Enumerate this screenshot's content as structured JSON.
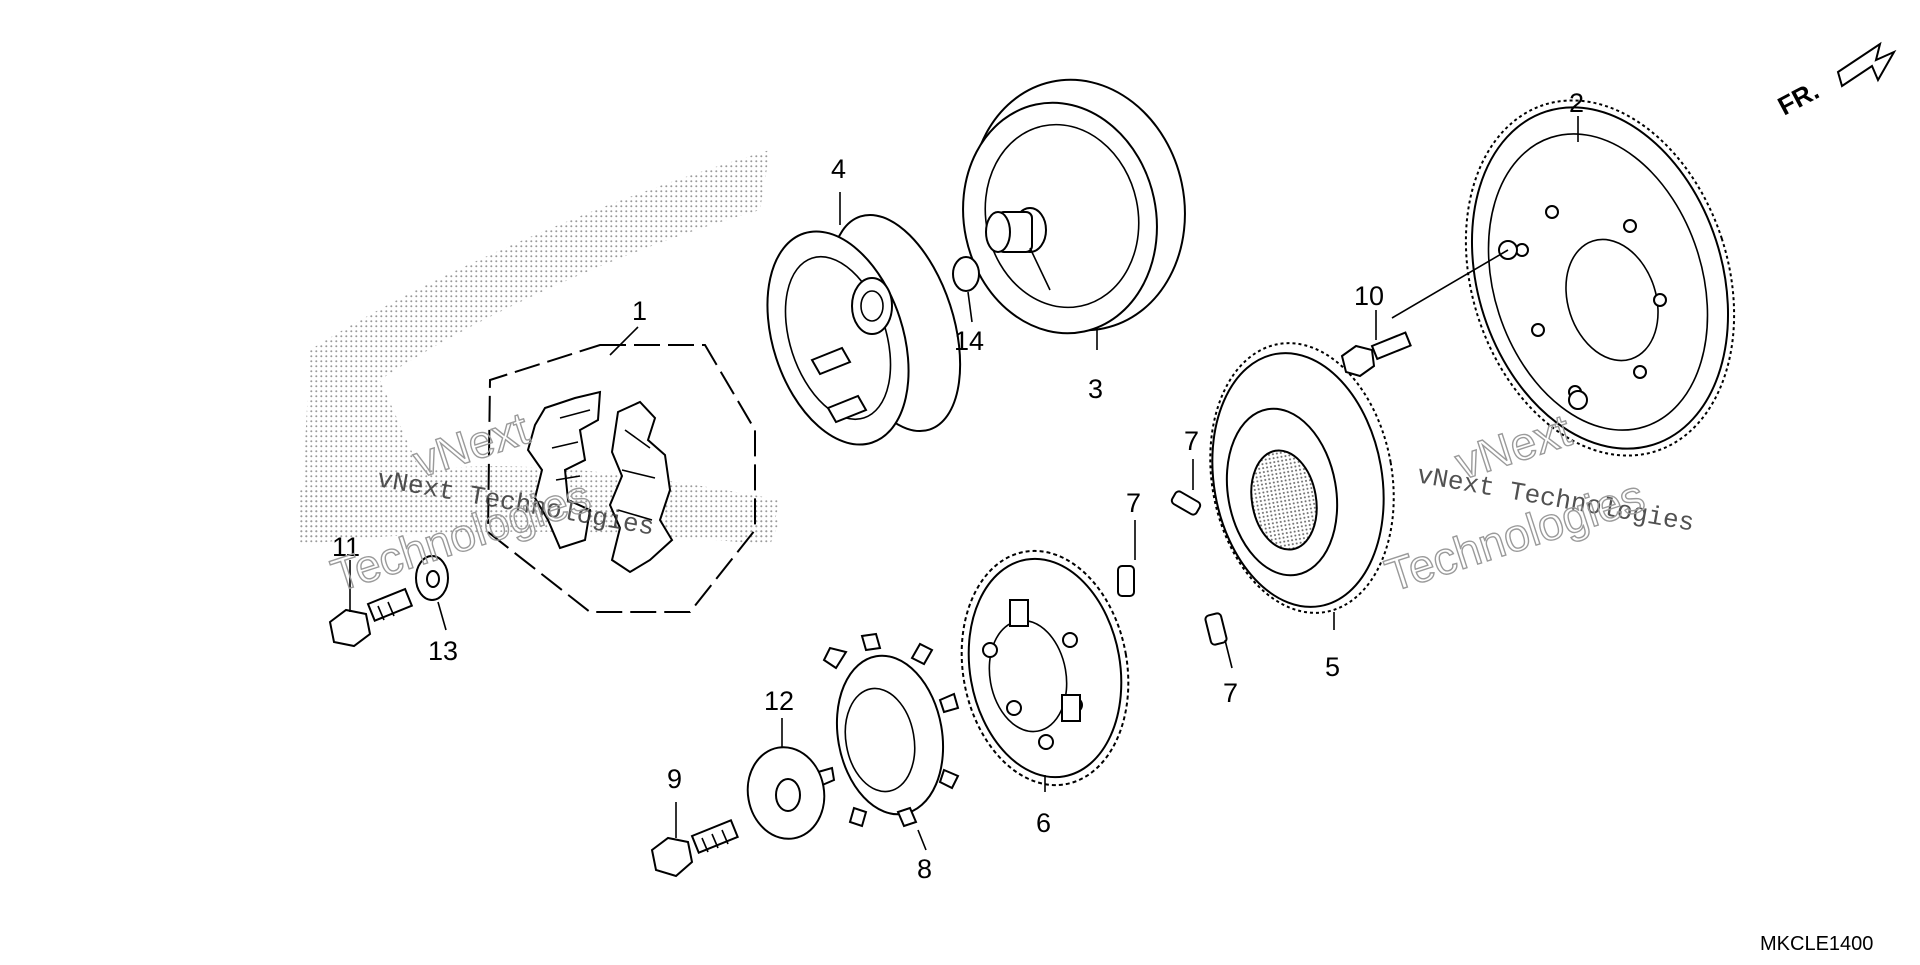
{
  "diagram": {
    "code": "MKCLE1400",
    "direction_label": "FR.",
    "watermark": {
      "text": "vNext Technologies",
      "outline_word_1": "vNext",
      "outline_word_2": "Technologies"
    },
    "callouts": {
      "c1": "1",
      "c2": "2",
      "c3": "3",
      "c4": "4",
      "c5": "5",
      "c6": "6",
      "c7a": "7",
      "c7b": "7",
      "c7c": "7",
      "c8": "8",
      "c9": "9",
      "c10": "10",
      "c11": "11",
      "c12": "12",
      "c13": "13",
      "c14": "14"
    },
    "colors": {
      "line": "#000000",
      "background": "#ffffff",
      "stipple": "#9b9b9b",
      "watermark": "#9a9a9a"
    }
  }
}
